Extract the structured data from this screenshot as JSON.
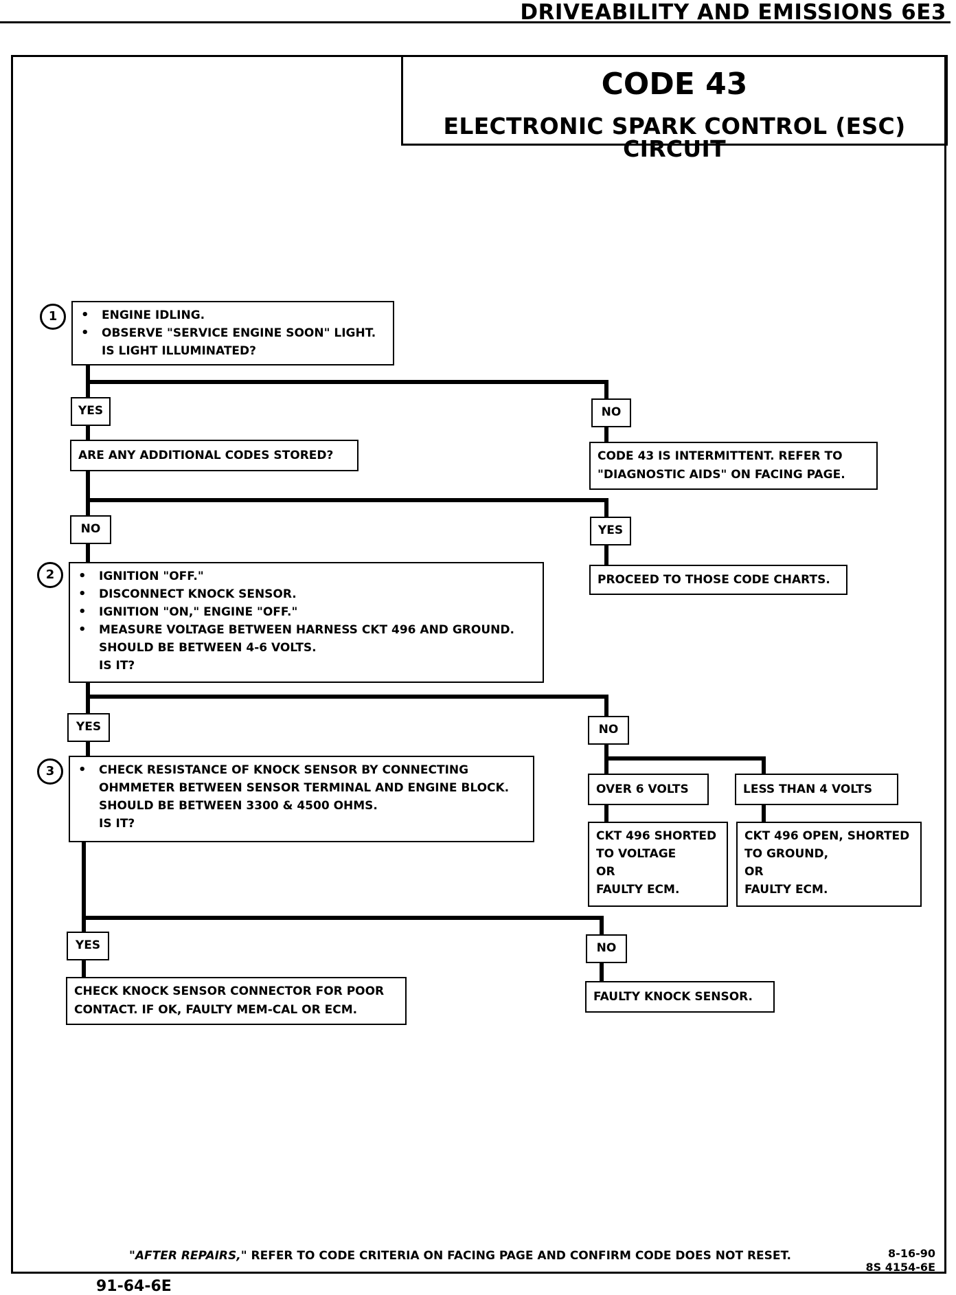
{
  "header": {
    "text": "DRIVEABILITY AND EMISSIONS  6E3"
  },
  "title": {
    "code": "CODE 43",
    "subtitle": "ELECTRONIC SPARK CONTROL (ESC) CIRCUIT"
  },
  "steps": {
    "s1": {
      "num": "1",
      "lines": [
        "ENGINE IDLING.",
        "OBSERVE \"SERVICE ENGINE SOON\" LIGHT."
      ],
      "question": "IS LIGHT ILLUMINATED?"
    },
    "s2": {
      "num": "2",
      "lines": [
        "IGNITION \"OFF.\"",
        "DISCONNECT KNOCK SENSOR.",
        "IGNITION \"ON,\"  ENGINE \"OFF.\"",
        "MEASURE VOLTAGE BETWEEN HARNESS CKT 496 AND GROUND."
      ],
      "cont1": "SHOULD BE BETWEEN 4-6 VOLTS.",
      "question": "IS IT?"
    },
    "s3": {
      "num": "3",
      "lines": [
        "CHECK RESISTANCE OF KNOCK SENSOR BY CONNECTING"
      ],
      "cont1": "OHMMETER BETWEEN SENSOR TERMINAL AND ENGINE BLOCK.",
      "cont2": "SHOULD BE BETWEEN 3300 & 4500 OHMS.",
      "question": "IS IT?"
    }
  },
  "labels": {
    "yes": "YES",
    "no": "NO"
  },
  "boxes": {
    "additional_codes": "ARE ANY ADDITIONAL CODES STORED?",
    "intermittent_1": "CODE 43 IS INTERMITTENT.  REFER TO",
    "intermittent_2": "\"DIAGNOSTIC AIDS\" ON FACING PAGE.",
    "proceed": "PROCEED TO THOSE CODE CHARTS.",
    "over6": "OVER 6 VOLTS",
    "less4": "LESS THAN 4 VOLTS",
    "over6_result": [
      "CKT 496 SHORTED",
      "TO VOLTAGE",
      "OR",
      "FAULTY ECM."
    ],
    "less4_result": [
      "CKT 496 OPEN, SHORTED",
      "TO GROUND,",
      "OR",
      "FAULTY ECM."
    ],
    "check_connector_1": "CHECK KNOCK SENSOR CONNECTOR FOR POOR",
    "check_connector_2": "CONTACT.  IF OK, FAULTY MEM-CAL OR ECM.",
    "faulty_sensor": "FAULTY KNOCK SENSOR."
  },
  "footer": {
    "note_emph": "\"AFTER REPAIRS,\"",
    "note_rest": " REFER TO CODE CRITERIA ON FACING PAGE AND CONFIRM CODE DOES NOT RESET.",
    "date": "8-16-90",
    "ref": "8S 4154-6E",
    "page_code": "91-64-6E"
  }
}
